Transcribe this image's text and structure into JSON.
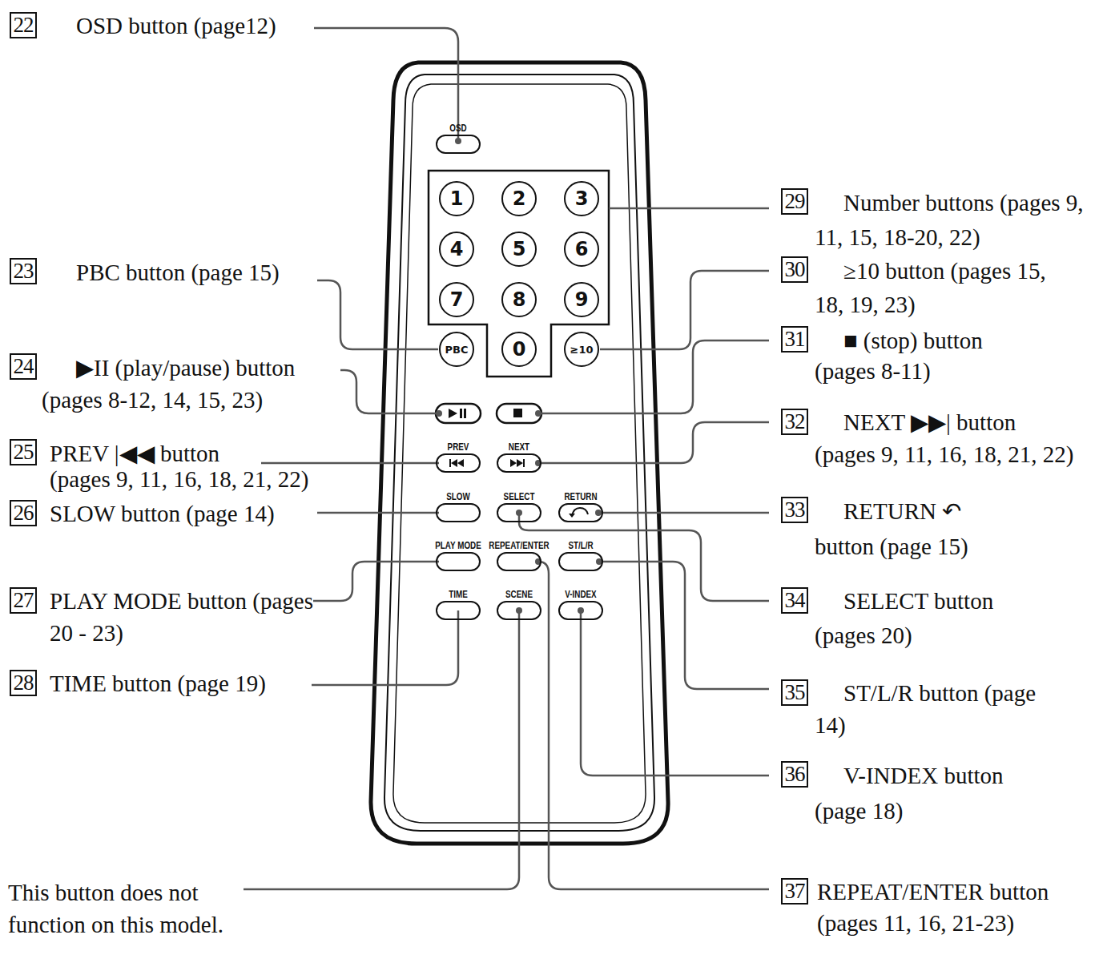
{
  "diagram": {
    "nodes": [
      {
        "text": [
          "OSD"
        ]
      },
      {
        "text": [
          "1"
        ]
      },
      {
        "text": [
          "2"
        ]
      },
      {
        "text": [
          "3"
        ]
      },
      {
        "text": [
          "4"
        ]
      },
      {
        "text": [
          "5"
        ]
      },
      {
        "text": [
          "6"
        ]
      },
      {
        "text": [
          "7"
        ]
      },
      {
        "text": [
          "8"
        ]
      },
      {
        "text": [
          "9"
        ]
      },
      {
        "text": [
          "PBC"
        ]
      },
      {
        "text": [
          "0"
        ]
      },
      {
        "text": [
          "≥10"
        ]
      },
      {
        "text": [
          "PREV"
        ]
      },
      {
        "text": [
          "NEXT"
        ]
      },
      {
        "text": [
          "SLOW"
        ]
      },
      {
        "text": [
          "SELECT"
        ]
      },
      {
        "text": [
          "RETURN"
        ]
      },
      {
        "text": [
          "PLAY MODE"
        ]
      },
      {
        "text": [
          "REPEAT/ENTER"
        ]
      },
      {
        "text": [
          "ST/L/R"
        ]
      },
      {
        "text": [
          "TIME"
        ]
      },
      {
        "text": [
          "SCENE"
        ]
      },
      {
        "text": [
          "V-INDEX"
        ]
      }
    ],
    "labels": [
      "22",
      "OSD button (page12)",
      "29",
      "Number buttons (pages 9, 11, 15, 18-20, 22)",
      "23",
      "PBC button (page 15)",
      "30",
      "≥10 button (pages 15, 18, 19, 23)",
      "24",
      "▶II (play/pause) button (pages 8-12, 14, 15, 23)",
      "31",
      "■ (stop) button (pages 8-11)",
      "32",
      "NEXT ▶▶| button (pages 9, 11, 16, 18, 21, 22)",
      "25",
      "PREV |◀◀ button (pages 9, 11, 16, 18, 21, 22)",
      "26",
      "SLOW button (page 14)",
      "33",
      "RETURN ↶ button (page 15)",
      "27",
      "PLAY MODE button (pages 20 - 23)",
      "34",
      "SELECT button (pages 20)",
      "28",
      "TIME button (page 19)",
      "35",
      "ST/L/R button (page 14)",
      "36",
      "V-INDEX button (page 18)",
      "This button does not function on this model.",
      "37",
      "REPEAT/ENTER button (pages 11, 16, 21-23)"
    ]
  }
}
